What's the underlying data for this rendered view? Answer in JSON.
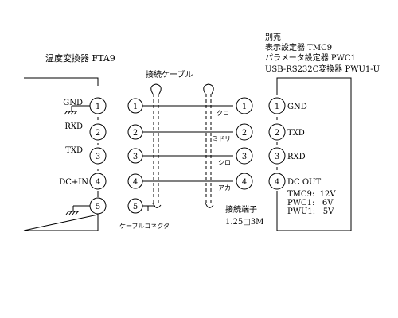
{
  "left_device": {
    "title": "温度変換器 FTA9",
    "pin_labels": [
      "GND",
      "RXD",
      "TXD",
      "DC+IN",
      ""
    ],
    "pin_numbers": [
      "1",
      "2",
      "3",
      "4",
      "5"
    ]
  },
  "cable": {
    "title": "接続ケーブル",
    "connector_label": "ケーブルコネクタ",
    "left_pins": [
      "1",
      "2",
      "3",
      "4",
      "5"
    ],
    "right_pins": [
      "1",
      "2",
      "3",
      "4"
    ],
    "wire_colors": [
      "クロ",
      "ミドリ",
      "シロ",
      "アカ"
    ]
  },
  "terminal": {
    "title": "接続端子",
    "spec": "1.25□3M"
  },
  "right_device": {
    "header_lines": [
      "別売",
      "表示設定器 TMC9",
      "パラメータ設定器 PWC1",
      "USB-RS232C変換器 PWU1-U"
    ],
    "pin_numbers": [
      "1",
      "2",
      "3",
      "4"
    ],
    "pin_labels": [
      "GND",
      "TXD",
      "RXD",
      "DC OUT"
    ],
    "voltages": [
      "TMC9:  12V",
      "PWC1:   6V",
      "PWU1:   5V"
    ]
  }
}
